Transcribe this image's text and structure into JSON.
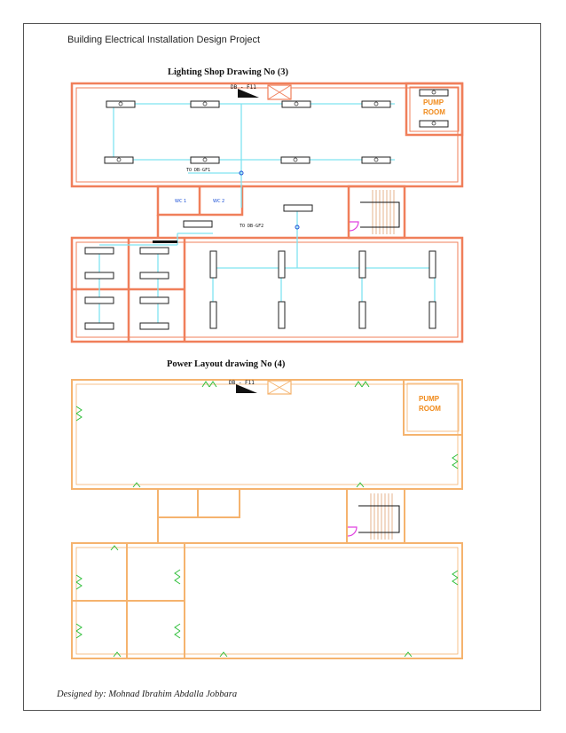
{
  "header": {
    "title": "Building Electrical Installation Design Project"
  },
  "drawing1": {
    "caption": "Lighting Shop Drawing No (3)",
    "db_label": "DB - F11",
    "pump_room_line1": "PUMP",
    "pump_room_line2": "ROOM",
    "to_db_1": "TO DB-GF1",
    "to_db_2": "TO DB-GF2",
    "wc_1": "WC 1",
    "wc_2": "WC 2"
  },
  "drawing2": {
    "caption": "Power Layout drawing No (4)",
    "db_label": "DB - F11",
    "pump_room_line1": "PUMP",
    "pump_room_line2": "ROOM"
  },
  "footer": {
    "designer": "Designed by: Mohnad Ibrahim Abdalla Jobbara"
  },
  "colors": {
    "wall_lighting": "#f07f5a",
    "wall_power": "#f5b36e",
    "conduit": "#7fe3f0",
    "socket": "#2fbf3a",
    "pump_text": "#f08a1a",
    "door": "#e040e0"
  }
}
